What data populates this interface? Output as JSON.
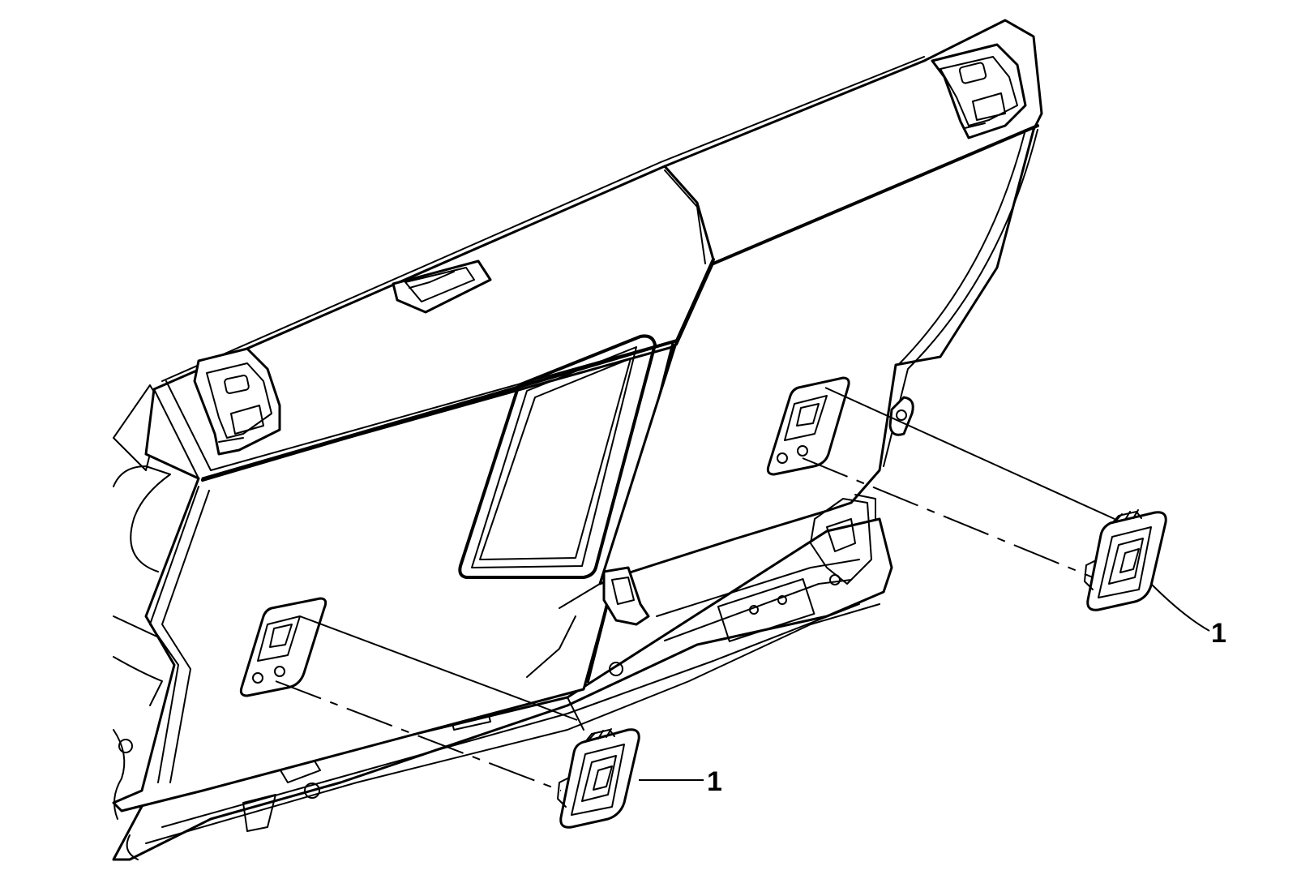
{
  "diagram": {
    "callouts": [
      {
        "id": "callout-left",
        "label": "1"
      },
      {
        "id": "callout-right",
        "label": "1"
      }
    ]
  }
}
